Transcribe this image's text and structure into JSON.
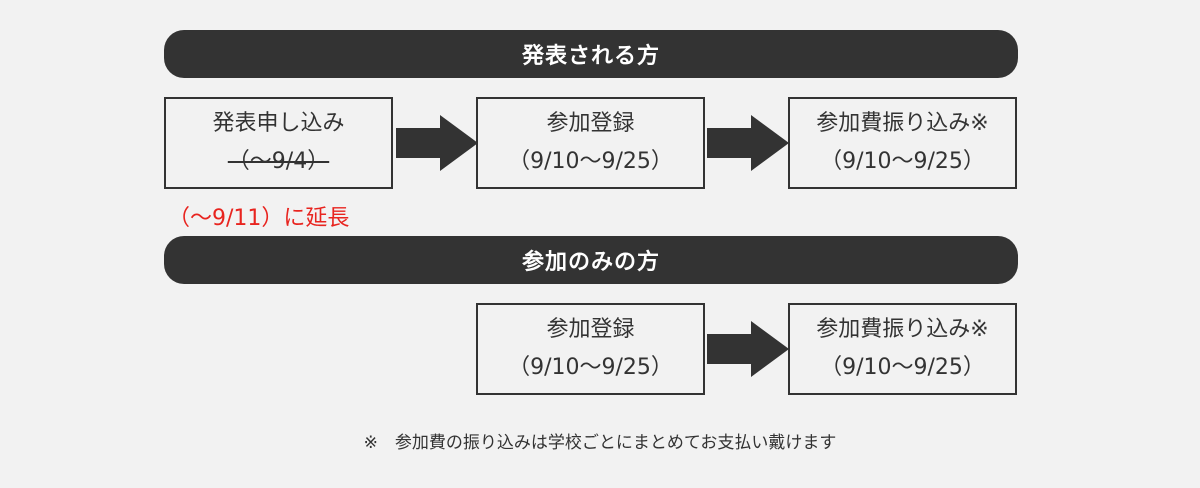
{
  "presenters": {
    "banner": "発表される方",
    "steps": [
      {
        "label": "発表申し込み",
        "date": "（〜9/4）"
      },
      {
        "label": "参加登録",
        "date": "（9/10〜9/25）"
      },
      {
        "label": "参加費振り込み※",
        "date": "（9/10〜9/25）"
      }
    ],
    "extension_note": "（〜9/11）に延長"
  },
  "attendees": {
    "banner": "参加のみの方",
    "steps": [
      {
        "label": "参加登録",
        "date": "（9/10〜9/25）"
      },
      {
        "label": "参加費振り込み※",
        "date": "（9/10〜9/25）"
      }
    ]
  },
  "footnote": "※　参加費の振り込みは学校ごとにまとめてお支払い戴けます",
  "colors": {
    "dark": "#333333",
    "background": "#f2f2f2",
    "accent_red": "#e8241f"
  }
}
